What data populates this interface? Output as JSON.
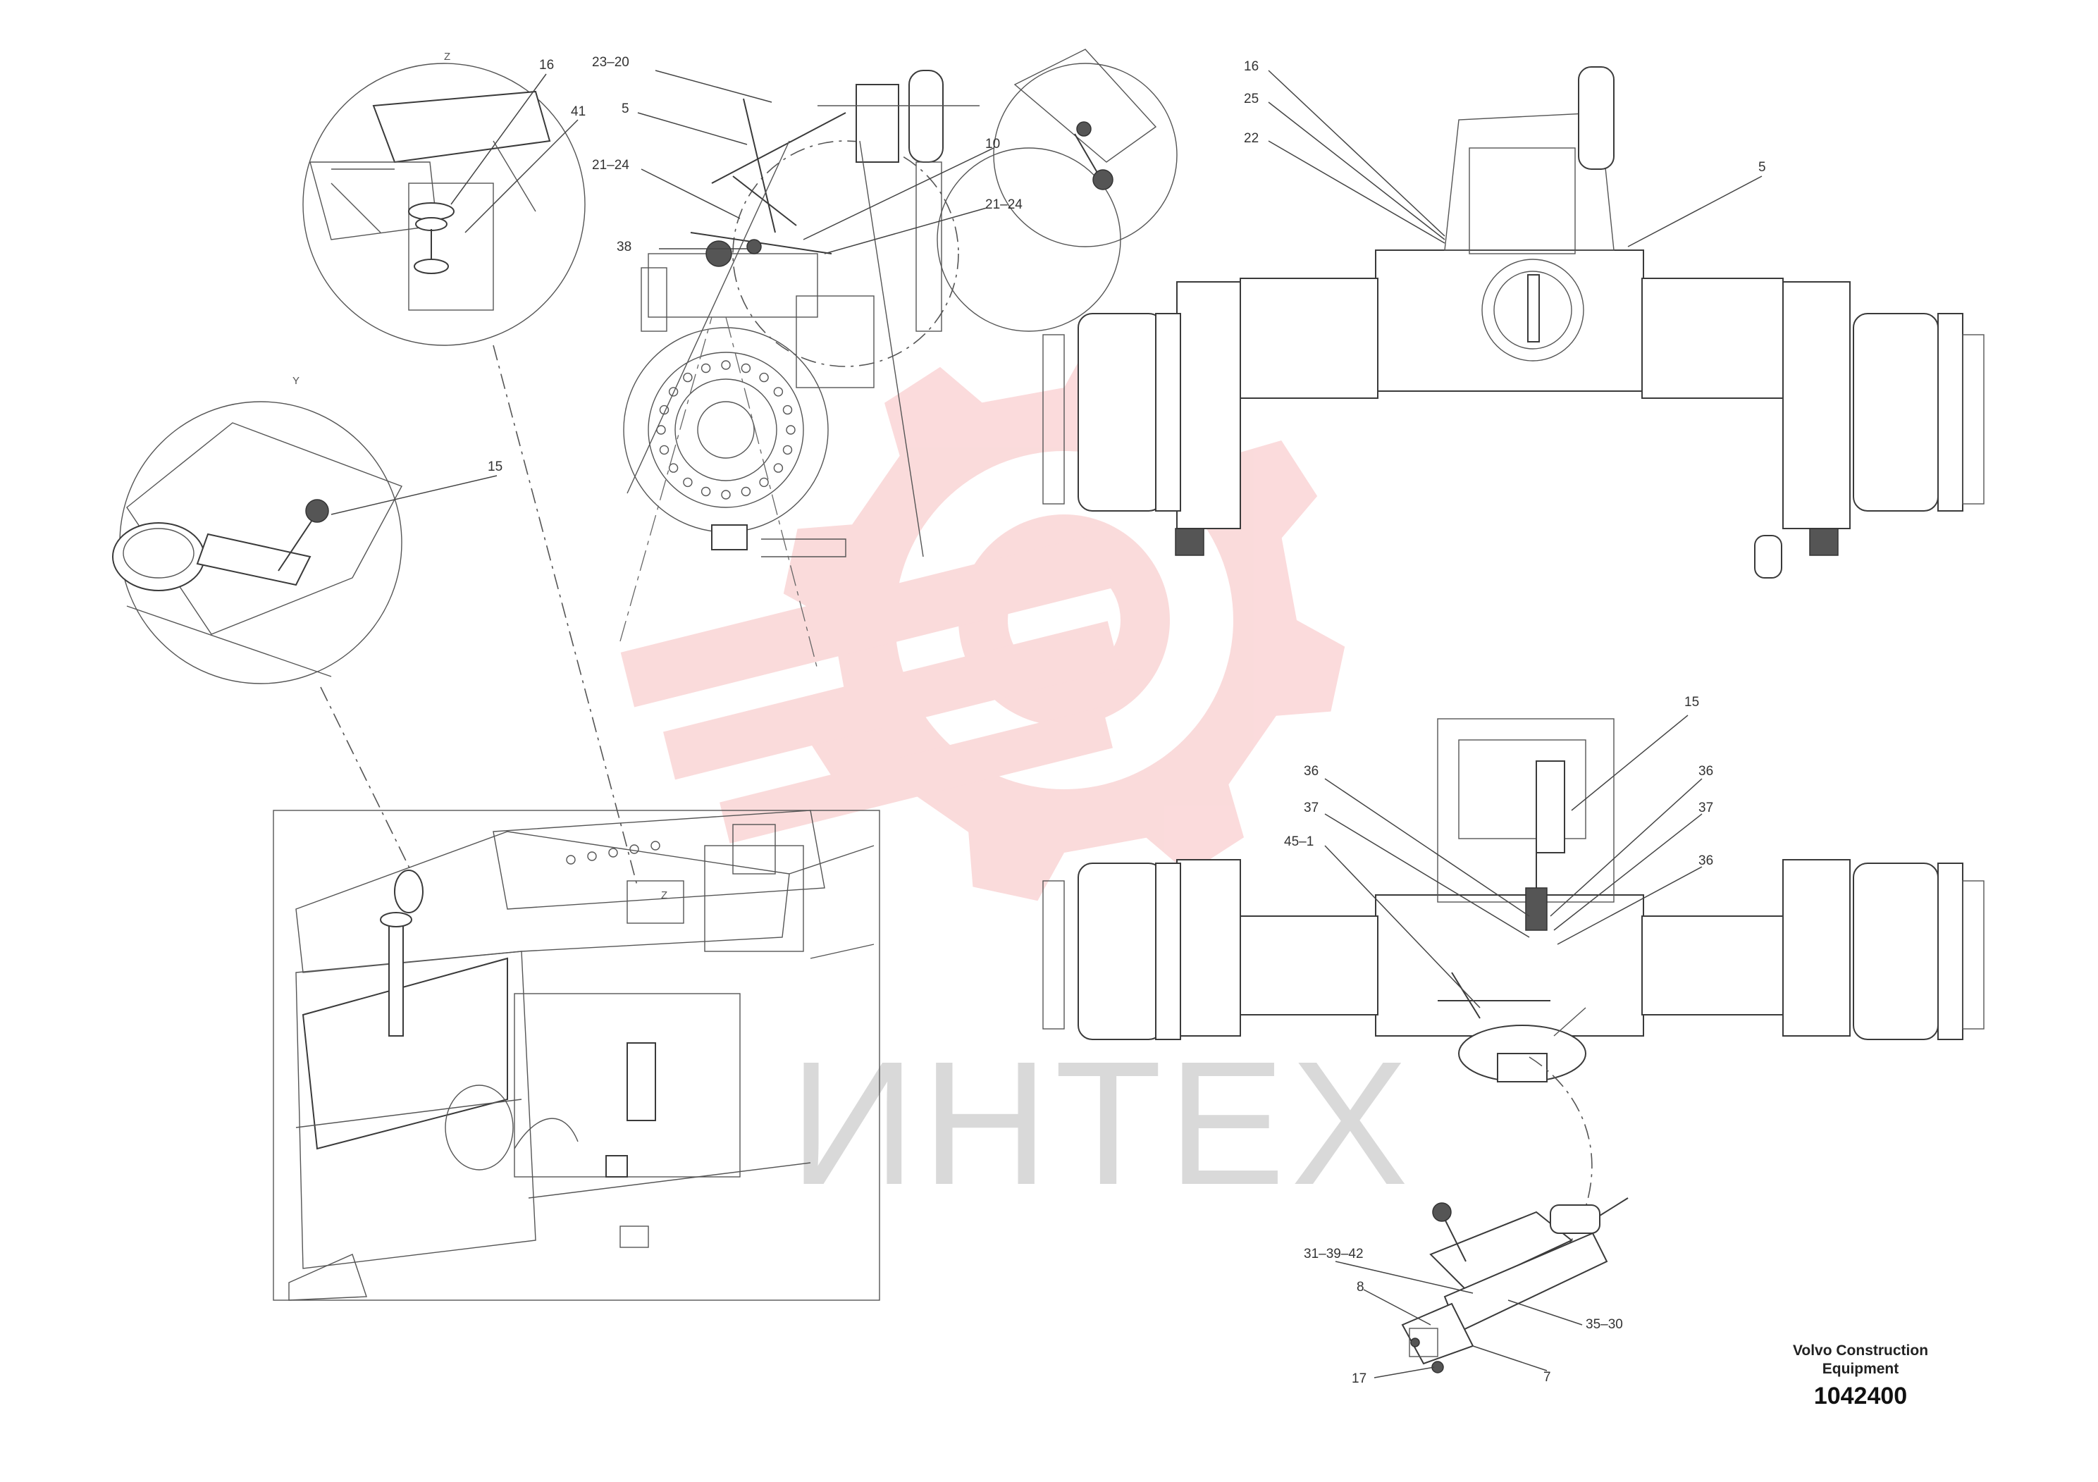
{
  "watermark": {
    "text": "ИНТЕХ",
    "gear_color": "#f07f80",
    "text_color": "#d9d9d9"
  },
  "title_block": {
    "brand_line1": "Volvo Construction",
    "brand_line2": "Equipment",
    "document_number": "1042400"
  },
  "detail_views": {
    "view_z": "Z",
    "view_y": "Y",
    "main_z": "Z"
  },
  "callouts": {
    "zoom_z_16": "16",
    "zoom_z_41": "41",
    "zoom_y_15": "15",
    "side_23_20": "23–20",
    "side_5": "5",
    "side_21_24_a": "21–24",
    "side_10": "10",
    "side_21_24_b": "21–24",
    "side_38": "38",
    "top_16": "16",
    "top_25": "25",
    "top_22": "22",
    "top_5": "5",
    "low_15": "15",
    "low_36_a": "36",
    "low_37_a": "37",
    "low_45_1": "45–1",
    "low_36_b": "36",
    "low_37_b": "37",
    "low_36_c": "36",
    "lever_31_39_42": "31–39–42",
    "lever_8": "8",
    "lever_35_30": "35–30",
    "lever_17": "17",
    "lever_7": "7"
  }
}
